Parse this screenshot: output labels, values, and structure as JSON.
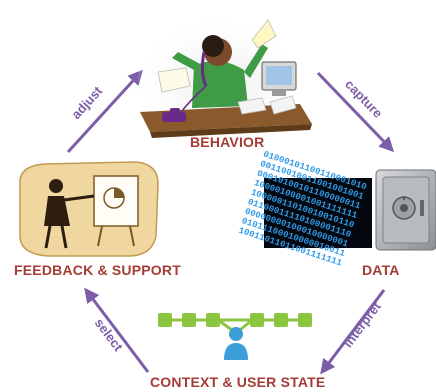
{
  "nodes": {
    "behavior": {
      "label": "BEHAVIOR",
      "illustration": "office-worker-on-phone-illustration"
    },
    "data": {
      "label": "DATA",
      "illustration": "binary-code-and-safe-illustration"
    },
    "context": {
      "label": "CONTEXT & USER STATE",
      "illustration": "user-network-illustration"
    },
    "feedback": {
      "label": "FEEDBACK & SUPPORT",
      "illustration": "presenter-at-chart-illustration"
    }
  },
  "edges": {
    "capture": {
      "label": "capture"
    },
    "interpret": {
      "label": "interpret"
    },
    "select": {
      "label": "select"
    },
    "adjust": {
      "label": "adjust"
    }
  },
  "colors": {
    "label_red": "#a43c35",
    "edge_purple": "#7b5ea7",
    "network_green": "#8cc63f",
    "user_blue": "#3b9ed6",
    "binary_blue": "#2f9be8"
  }
}
